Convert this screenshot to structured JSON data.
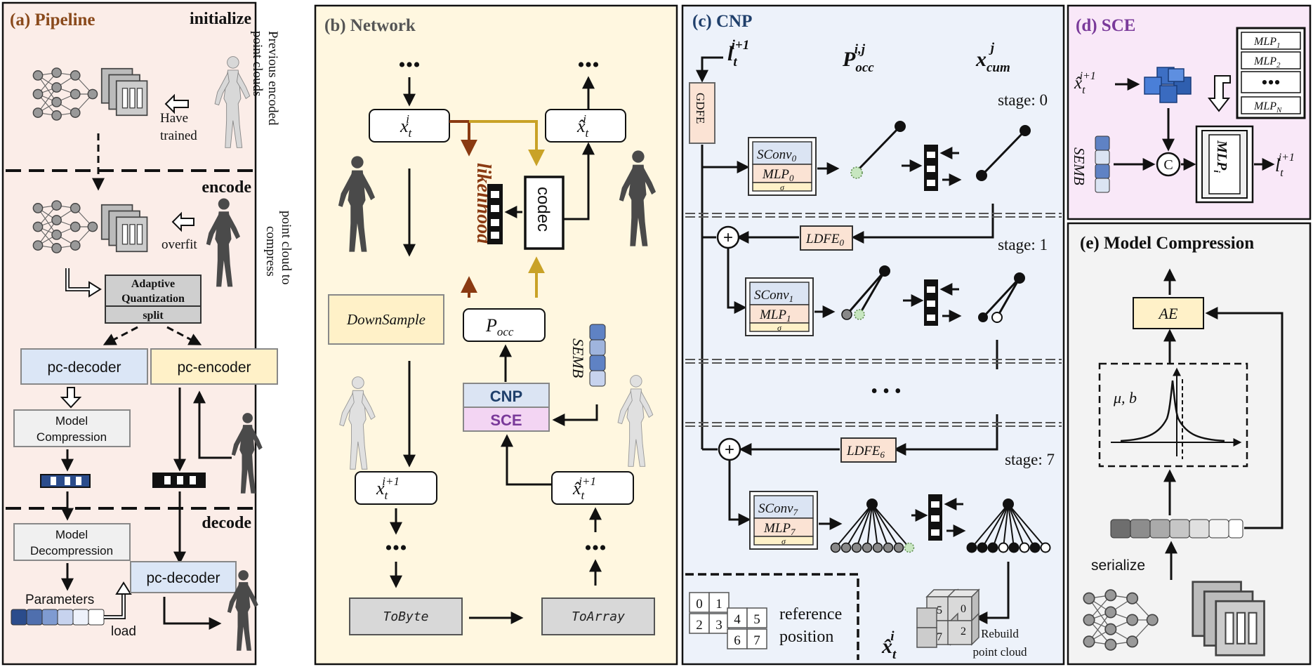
{
  "colors": {
    "pipeline_bg": "#fbede8",
    "network_bg": "#fff7e0",
    "cnp_bg": "#edf2fa",
    "sce_bg": "#f9e8f8",
    "mc_bg": "#f3f3f3",
    "pipeline_title": "#8a4a1c",
    "network_title": "#555555",
    "cnp_title": "#1f3f6b",
    "sce_title": "#7a3a9a",
    "likelihood": "#8a3a12",
    "gold_arrow": "#c9a227",
    "decoder_blue": "#dbe6f6",
    "encoder_yellow": "#fff1c8",
    "cnp_blue": "#dbe4f3",
    "sce_pink": "#f3d5f3"
  },
  "pipeline": {
    "title": "(a) Pipeline",
    "initialize": "initialize",
    "previous_encoded_point_clouds": [
      "Previous encoded",
      "point clouds"
    ],
    "have_trained": [
      "Have",
      "trained"
    ],
    "encode": "encode",
    "point_cloud_to_compress": [
      "point cloud to",
      "compress"
    ],
    "overfit": "overfit",
    "adaptive_quantization": [
      "Adaptive",
      "Quantization"
    ],
    "split": "split",
    "pc_decoder": "pc-decoder",
    "pc_encoder": "pc-encoder",
    "model_compression": [
      "Model",
      "Compression"
    ],
    "decode": "decode",
    "model_decompression": [
      "Model",
      "Decompression"
    ],
    "pc_decoder_2": "pc-decoder",
    "parameters": "Parameters",
    "load": "load"
  },
  "network": {
    "title": "(b) Network",
    "ellipsis": "•••",
    "x_t_i": [
      "x",
      "t",
      "i"
    ],
    "x_hat_t_i": [
      "x̂",
      "t",
      "i"
    ],
    "downsample": "DownSample",
    "likelihood": "likelihood",
    "codec": "codec",
    "p_occ": [
      "P",
      "occ"
    ],
    "cnp": "CNP",
    "sce": "SCE",
    "semb": "SEMB",
    "x_t_i1": [
      "x",
      "t",
      "i+1"
    ],
    "x_hat_t_i1": [
      "x̂",
      "t",
      "i+1"
    ],
    "tobyte": "ToByte",
    "toarray": "ToArray"
  },
  "cnp": {
    "title": "(c) CNP",
    "l_t_i1": [
      "l",
      "t",
      "i+1"
    ],
    "p_occ_ij": [
      "P",
      "occ",
      "i,j"
    ],
    "x_cum_j": [
      "x",
      "cum",
      "j"
    ],
    "gdfe": "GDFE",
    "stage0": "stage: 0",
    "stage1": "stage: 1",
    "stage7": "stage: 7",
    "sconv0": [
      "SConv",
      "0"
    ],
    "mlp0": [
      "MLP",
      "0"
    ],
    "sconv1": [
      "SConv",
      "1"
    ],
    "mlp1": [
      "MLP",
      "1"
    ],
    "sconv7": [
      "SConv",
      "7"
    ],
    "mlp7": [
      "MLP",
      "7"
    ],
    "sigma": "σ",
    "ldfe0": [
      "LDFE",
      "0"
    ],
    "ldfe6": [
      "LDFE",
      "6"
    ],
    "dots": "• • •",
    "grid_numbers": [
      "0",
      "1",
      "2",
      "3",
      "4",
      "5",
      "6",
      "7"
    ],
    "reference_position": [
      "reference",
      "position"
    ],
    "x_hat_t_i": [
      "x̂",
      "t",
      "i"
    ],
    "rebuild_point_cloud": [
      "Rebuild",
      "point cloud"
    ]
  },
  "sce": {
    "title": "(d) SCE",
    "x_hat_t_i1": [
      "x̂",
      "t",
      "i+1"
    ],
    "mlp_list": [
      [
        "MLP",
        "1"
      ],
      [
        "MLP",
        "2"
      ],
      [
        "•••",
        ""
      ],
      [
        "MLP",
        "N"
      ]
    ],
    "semb": "SEMB",
    "concat": "C",
    "mlp_i": [
      "MLP",
      "i"
    ],
    "l_t_i1": [
      "l",
      "t",
      "i+1"
    ]
  },
  "model_compression": {
    "title": "(e) Model Compression",
    "ae": "AE",
    "mu_b": "μ, b",
    "serialize": "serialize"
  }
}
